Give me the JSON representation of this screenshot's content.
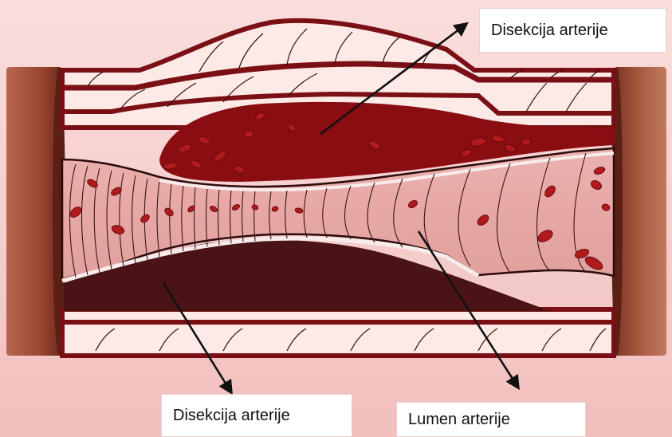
{
  "labels": {
    "top": "Disekcija arterije",
    "bottom_left": "Disekcija arterije",
    "bottom_right": "Lumen arterije"
  },
  "colors": {
    "background_pink": "#f6c7c5",
    "background_light": "#f9dedd",
    "vessel_wall_dark": "#7a1016",
    "vessel_wall_light": "#fde9e6",
    "false_lumen_top": "#8a0d12",
    "false_lumen_bottom": "#4a1417",
    "true_lumen": "#e6a9a7",
    "blood_cell": "#b01a1c",
    "tissue_end": "#a9553e",
    "arrow": "#111111"
  }
}
